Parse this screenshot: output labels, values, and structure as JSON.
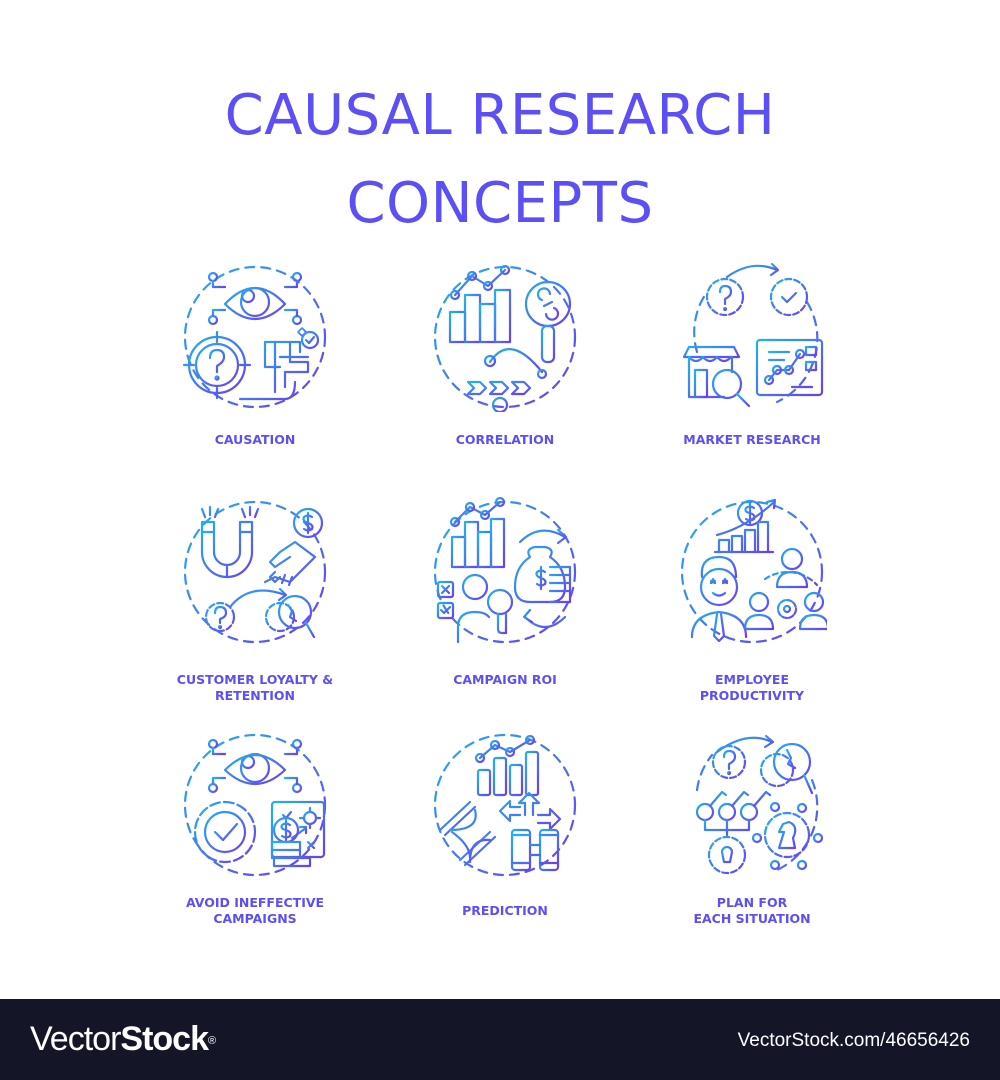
{
  "title": {
    "line1": "CAUSAL RESEARCH",
    "line2": "CONCEPTS"
  },
  "colors": {
    "title": "#5b4ff5",
    "label": "#5b4ff5",
    "gradient_start": "#22b0f0",
    "gradient_end": "#6a3ff2",
    "footer_bg": "#141526",
    "footer_text": "#ffffff"
  },
  "concepts": [
    {
      "label_lines": [
        "CAUSATION"
      ],
      "icon": "causation-icon"
    },
    {
      "label_lines": [
        "CORRELATION"
      ],
      "icon": "correlation-icon"
    },
    {
      "label_lines": [
        "MARKET RESEARCH"
      ],
      "icon": "market-research-icon"
    },
    {
      "label_lines": [
        "CUSTOMER LOYALTY &",
        "RETENTION"
      ],
      "icon": "customer-loyalty-icon"
    },
    {
      "label_lines": [
        "CAMPAIGN ROI"
      ],
      "icon": "campaign-roi-icon"
    },
    {
      "label_lines": [
        "EMPLOYEE",
        "PRODUCTIVITY"
      ],
      "icon": "employee-productivity-icon"
    },
    {
      "label_lines": [
        "AVOID INEFFECTIVE",
        "CAMPAIGNS"
      ],
      "icon": "avoid-ineffective-campaigns-icon"
    },
    {
      "label_lines": [
        "PREDICTION"
      ],
      "icon": "prediction-icon"
    },
    {
      "label_lines": [
        "PLAN FOR",
        "EACH SITUATION"
      ],
      "icon": "plan-for-each-situation-icon"
    }
  ],
  "footer": {
    "brand_light": "Vector",
    "brand_bold": "Stock",
    "brand_mark": "®",
    "reference": "VectorStock.com/46656426"
  }
}
